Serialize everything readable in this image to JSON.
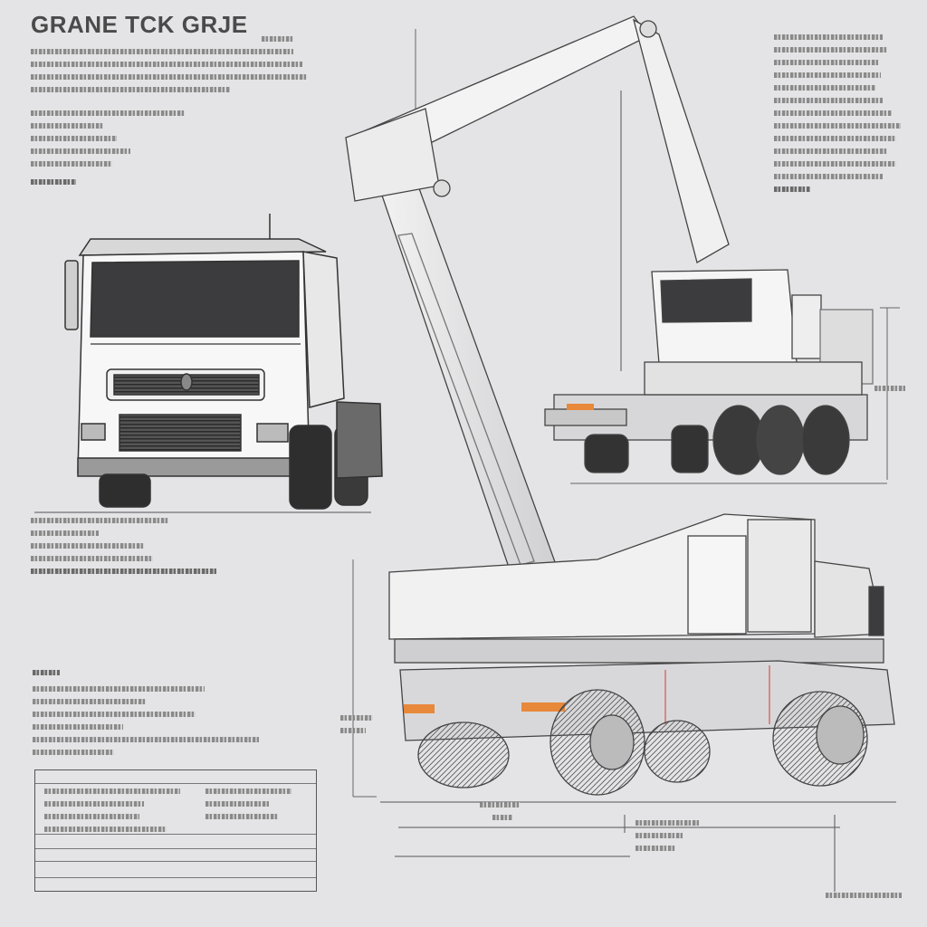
{
  "title": "GRANE TCK GRJE",
  "colors": {
    "background": "#e4e4e6",
    "line": "#3a3a3a",
    "windshield": "#3c3c3e",
    "accent_orange": "#e8883a",
    "accent_red": "#d9534f"
  },
  "views": [
    "front-view",
    "side-view-boom-raised",
    "side-view-section"
  ],
  "annotation_blocks": [
    "header-notes",
    "right-notes",
    "mid-left-notes",
    "lower-left-notes",
    "spec-table"
  ]
}
